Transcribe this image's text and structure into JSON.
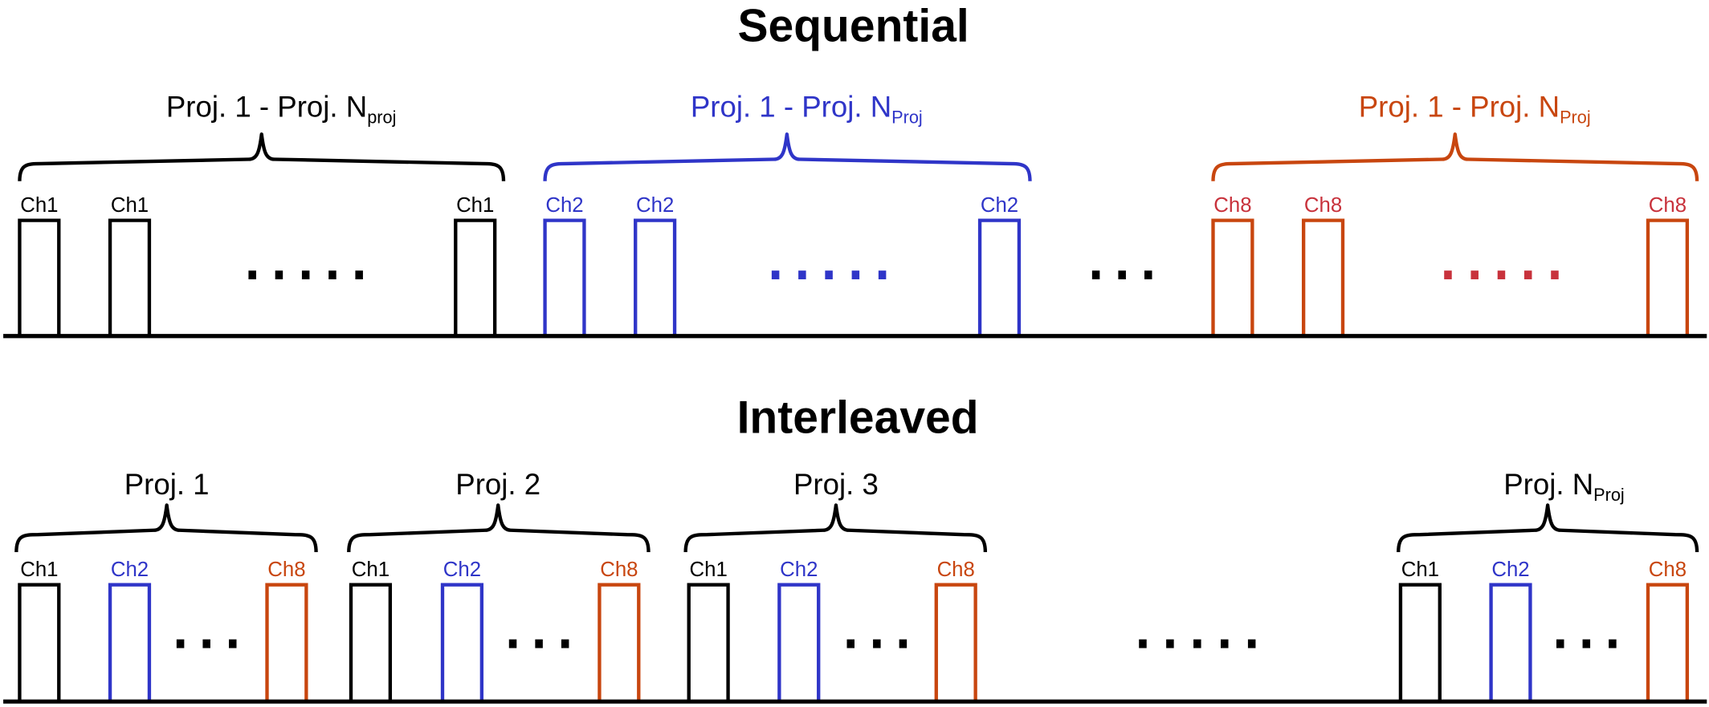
{
  "colors": {
    "ch1": "#000000",
    "ch2": "#2f35c8",
    "ch8": "#c8460f",
    "ch8_label_sequential": "#c8323c",
    "ch8_dots_sequential": "#c8323c"
  },
  "sequential": {
    "title": "Sequential",
    "groups": [
      {
        "channel": "ch1",
        "label_main": "Proj. 1 - Proj. N",
        "label_sub": "proj",
        "pulse_label": "Ch1",
        "pulses": 3,
        "ellipsis": "....."
      },
      {
        "channel": "ch2",
        "label_main": "Proj. 1 - Proj. N",
        "label_sub": "Proj",
        "pulse_label": "Ch2",
        "pulses": 3,
        "ellipsis": "....."
      },
      {
        "channel": "ch8",
        "label_main": "Proj. 1 - Proj. N",
        "label_sub": "Proj",
        "pulse_label": "Ch8",
        "pulses": 3,
        "ellipsis": "....."
      }
    ],
    "between_ellipsis": "..."
  },
  "interleaved": {
    "title": "Interleaved",
    "groups": [
      {
        "label_main": "Proj. 1",
        "label_sub": "",
        "pulse_labels": [
          "Ch1",
          "Ch2",
          "Ch8"
        ],
        "ellipsis": "..."
      },
      {
        "label_main": "Proj. 2",
        "label_sub": "",
        "pulse_labels": [
          "Ch1",
          "Ch2",
          "Ch8"
        ],
        "ellipsis": "..."
      },
      {
        "label_main": "Proj. 3",
        "label_sub": "",
        "pulse_labels": [
          "Ch1",
          "Ch2",
          "Ch8"
        ],
        "ellipsis": "..."
      },
      {
        "label_main": "Proj. N",
        "label_sub": "Proj",
        "pulse_labels": [
          "Ch1",
          "Ch2",
          "Ch8"
        ],
        "ellipsis": "..."
      }
    ],
    "between_ellipsis": "....."
  }
}
